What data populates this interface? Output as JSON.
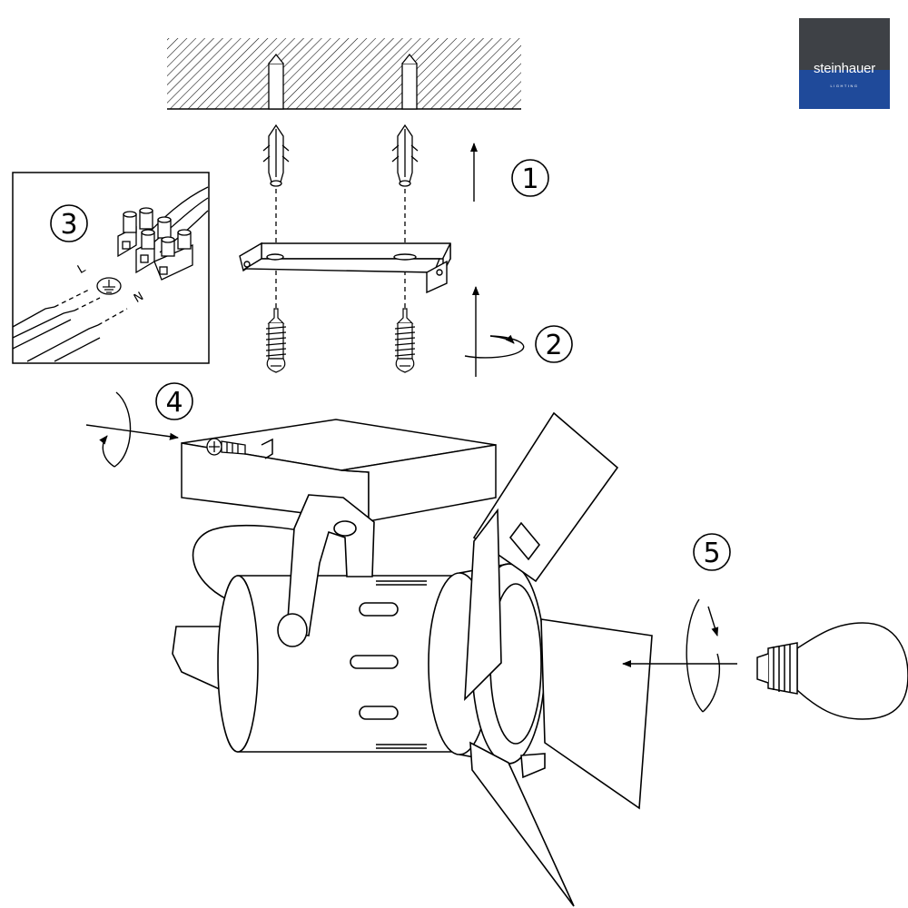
{
  "brand": {
    "name": "steinhauer",
    "tagline": "LIGHTING",
    "colors": {
      "top": "#3e4146",
      "bottom": "#1f4a9a"
    }
  },
  "steps": [
    {
      "number": "1",
      "marker": "circled-number"
    },
    {
      "number": "2",
      "marker": "circled-number"
    },
    {
      "number": "3",
      "marker": "circled-number"
    },
    {
      "number": "4",
      "marker": "circled-number"
    },
    {
      "number": "5",
      "marker": "circled-number"
    }
  ],
  "wiring": {
    "labels": [
      "L",
      "N"
    ],
    "ground_icon": "ground-icon"
  },
  "line_color": "#000000"
}
